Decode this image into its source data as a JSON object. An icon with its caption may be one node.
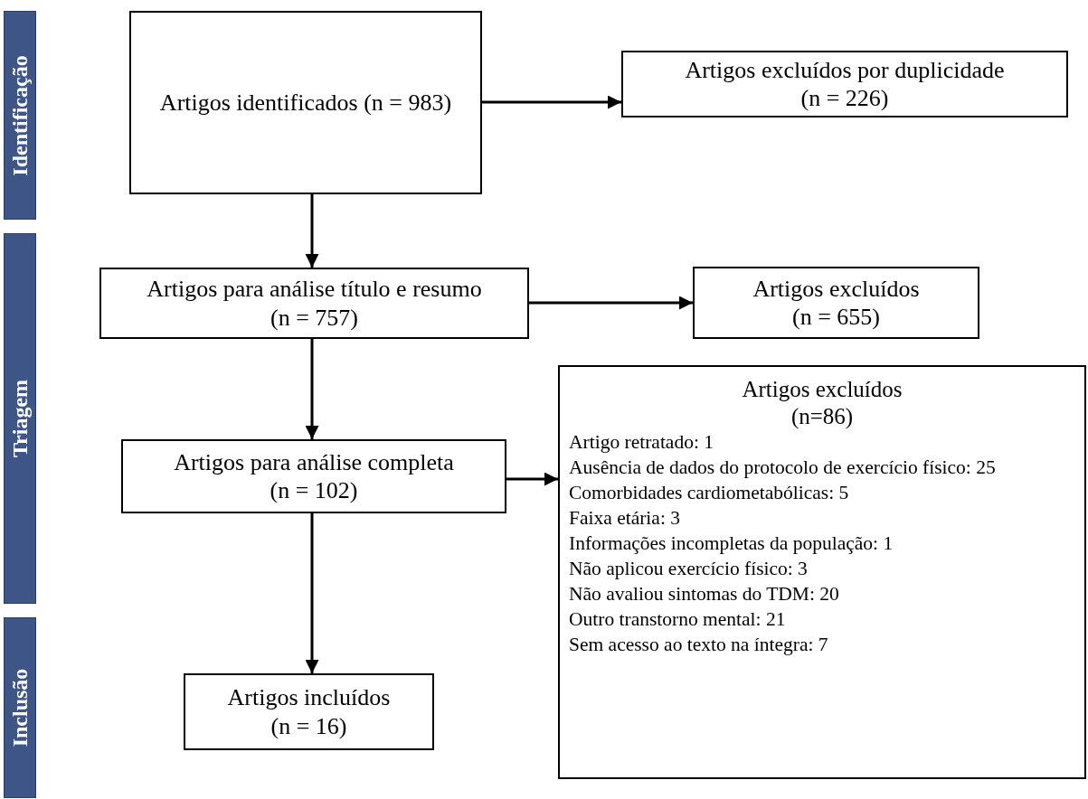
{
  "diagram": {
    "nodes": [
      {
        "text": [
          "Identificação"
        ]
      },
      {
        "text": [
          "Triagem"
        ]
      },
      {
        "text": [
          "Inclusão"
        ]
      },
      {
        "text": [
          "Artigos identificados (n = 983)"
        ]
      },
      {
        "text": [
          "Artigos excluídos por duplicidade",
          "(n = 226)"
        ]
      },
      {
        "text": [
          "Artigos para análise título e resumo",
          "(n = 757)"
        ]
      },
      {
        "text": [
          "Artigos excluídos",
          "(n =  655)"
        ]
      },
      {
        "text": [
          "Artigos para análise completa",
          "(n = 102)"
        ]
      },
      {
        "text": [
          "Artigos excluídos",
          "(n=86)",
          "Artigo retratado: 1",
          "Ausência de dados do protocolo de exercício físico: 25",
          "Comorbidades cardiometabólicas: 5",
          "Faixa etária: 3",
          "Informações incompletas da população: 1",
          "Não aplicou exercício físico: 3",
          "Não avaliou sintomas do TDM: 20",
          "Outro transtorno mental: 21",
          "Sem acesso ao texto na íntegra: 7"
        ]
      },
      {
        "text": [
          "Artigos incluídos",
          "(n = 16)"
        ]
      }
    ],
    "edges": [
      {
        "from": 3,
        "to": 4,
        "arrow": "to"
      },
      {
        "from": 3,
        "to": 5,
        "arrow": "to"
      },
      {
        "from": 5,
        "to": 6,
        "arrow": "to"
      },
      {
        "from": 5,
        "to": 7,
        "arrow": "to"
      },
      {
        "from": 7,
        "to": 8,
        "arrow": "to"
      },
      {
        "from": 7,
        "to": 9,
        "arrow": "to"
      }
    ]
  }
}
